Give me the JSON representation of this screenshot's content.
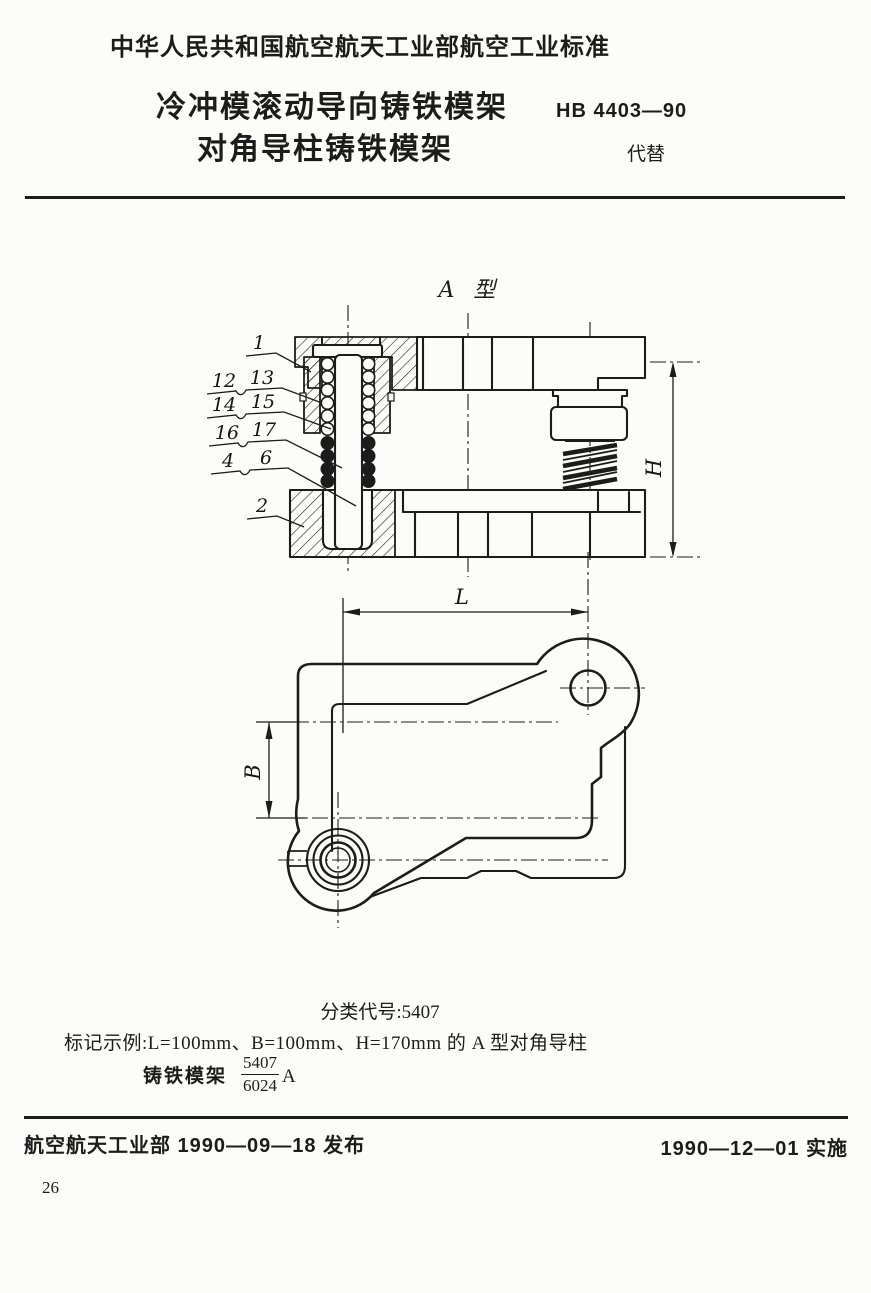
{
  "page": {
    "header": "中华人民共和国航空航天工业部航空工业标准",
    "title_line1": "冷冲模滚动导向铸铁模架",
    "title_line2": "对角导柱铸铁模架",
    "standard_no": "HB 4403—90",
    "replaces_label": "代替",
    "page_number": "26"
  },
  "drawing": {
    "view_label": "A 型",
    "dims": {
      "h": "H",
      "l": "L",
      "b": "B"
    },
    "callouts": {
      "n1": "1",
      "n2": "2",
      "n4": "4",
      "n6": "6",
      "n12": "12",
      "n13": "13",
      "n14": "14",
      "n15": "15",
      "n16": "16",
      "n17": "17"
    }
  },
  "body": {
    "classification": "分类代号:5407",
    "marking_example": "标记示例:L=100mm、B=100mm、H=170mm 的 A 型对角导柱",
    "designation_prefix": "铸铁模架",
    "fraction_numerator": "5407",
    "fraction_denominator": "6024",
    "designation_suffix": "A"
  },
  "footer": {
    "issued": "航空航天工业部 1990—09—18 发布",
    "implemented": "1990—12—01 实施"
  },
  "colors": {
    "ink": "#1c1c1c",
    "paper": "#fcfcfa"
  }
}
